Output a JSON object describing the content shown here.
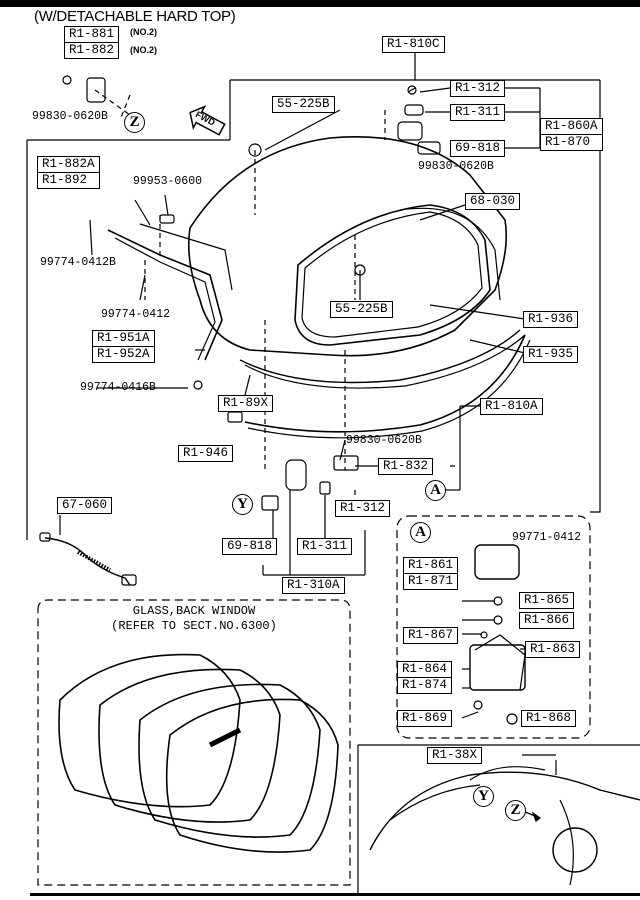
{
  "title": "(W/DETACHABLE HARD TOP)",
  "notes": {
    "no2": "(NO.2)"
  },
  "direction_label": "FWD",
  "markers": {
    "z": "Z",
    "y": "Y",
    "a": "A"
  },
  "parts": {
    "r1_881": "R1-881",
    "r1_882": "R1-882",
    "r1_810c": "R1-810C",
    "p99830_0620b_a": "99830-0620B",
    "p55_225b_a": "55-225B",
    "r1_312_a": "R1-312",
    "r1_311_a": "R1-311",
    "r1_860a": "R1-860A",
    "r1_870": "R1-870",
    "p69_818_a": "69-818",
    "p99830_0620b_b": "99830-0620B",
    "r1_882a": "R1-882A",
    "r1_892": "R1-892",
    "p99953_0600": "99953-0600",
    "p99774_0412b": "99774-0412B",
    "p68_030": "68-030",
    "p99774_0412": "99774-0412",
    "p55_225b_b": "55-225B",
    "r1_936": "R1-936",
    "r1_951a": "R1-951A",
    "r1_952a": "R1-952A",
    "r1_935": "R1-935",
    "p99774_0416b": "99774-0416B",
    "r1_89x": "R1-89X",
    "r1_810a": "R1-810A",
    "p99830_0620b_c": "99830-0620B",
    "r1_946": "R1-946",
    "r1_832": "R1-832",
    "p67_060": "67-060",
    "r1_312_b": "R1-312",
    "p69_818_b": "69-818",
    "r1_311_b": "R1-311",
    "r1_310a": "R1-310A",
    "p99771_0412": "99771-0412",
    "r1_861": "R1-861",
    "r1_871": "R1-871",
    "r1_865": "R1-865",
    "r1_866": "R1-866",
    "r1_867": "R1-867",
    "r1_863": "R1-863",
    "r1_864": "R1-864",
    "r1_874": "R1-874",
    "r1_869": "R1-869",
    "r1_868": "R1-868",
    "r1_38x": "R1-38X"
  },
  "glass_inset": {
    "line1": "GLASS,BACK WINDOW",
    "line2": "(REFER TO SECT.NO.6300)"
  }
}
